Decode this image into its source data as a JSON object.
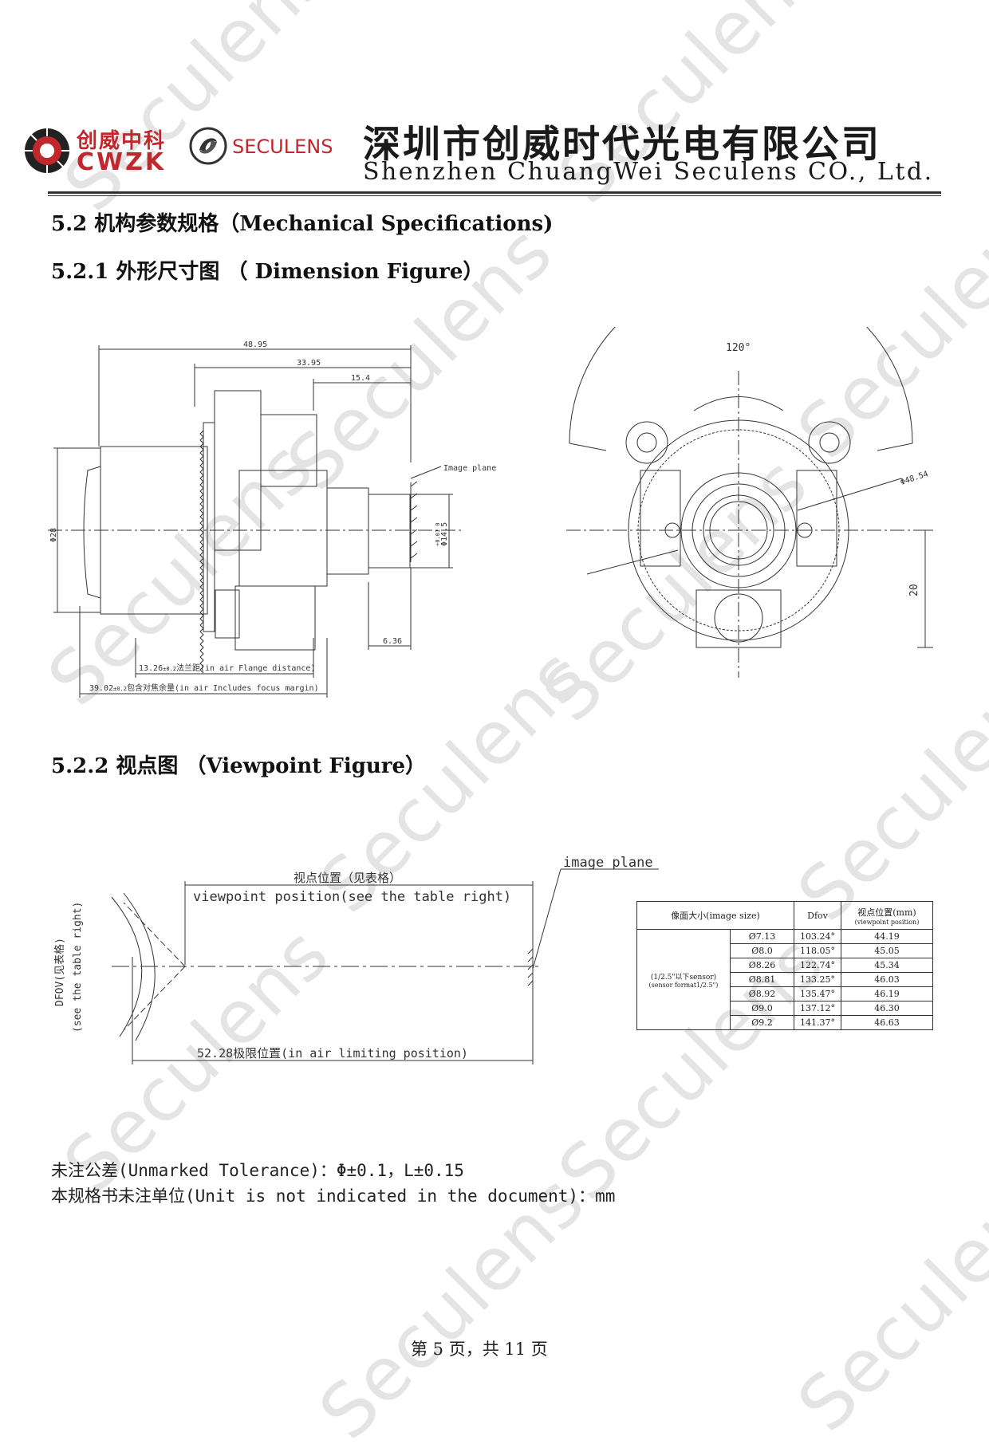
{
  "header": {
    "logo_cn": "创威中科",
    "logo_en": "CWZK",
    "brand": "SECULENS",
    "company_cn": "深圳市创威时代光电有限公司",
    "company_en": "Shenzhen ChuangWei Seculens CO., Ltd.",
    "watermark": "Seculens"
  },
  "sections": {
    "s52": "5.2 机构参数规格（Mechanical Specifications)",
    "s521": "5.2.1 外形尺寸图 （ Dimension Figure）",
    "s522": "5.2.2 视点图 （Viewpoint Figure）"
  },
  "dimension_figure": {
    "d1": "48.95",
    "d2": "33.95",
    "d3": "15.4",
    "image_plane": "Image plane",
    "dia28": "Φ28",
    "dia14": "Φ14.5",
    "tol14": "+0.01 0",
    "d636": "6.36",
    "flange_value": "13.26",
    "flange_tol": "±0.2",
    "flange_label": "法兰距(in air Flange distance)",
    "focus_value": "39.02",
    "focus_tol": "±0.2",
    "focus_label": "包含对焦余量(in air Includes focus margin)",
    "angle": "120°",
    "dia4854": "Φ48.54",
    "d20": "20"
  },
  "viewpoint_figure": {
    "vp_cn": "视点位置（见表格）",
    "vp_en": "viewpoint position(see the table right)",
    "image_plane": "image plane",
    "dfov_cn": "DFOV(见表格)",
    "dfov_en": "(see the table right)",
    "limit": "52.28极限位置(in air limiting position)"
  },
  "table": {
    "h1": "像面大小(image size)",
    "h2": "Dfov",
    "h3_cn": "视点位置(mm)",
    "h3_en": "(viewpoint position)",
    "group_cn": "(1/2.5\"以下sensor)",
    "group_en": "(sensor format1/2.5\")",
    "rows": [
      {
        "size": "Ø7.13",
        "dfov": "103.24°",
        "vp": "44.19"
      },
      {
        "size": "Ø8.0",
        "dfov": "118.05°",
        "vp": "45.05"
      },
      {
        "size": "Ø8.26",
        "dfov": "122.74°",
        "vp": "45.34"
      },
      {
        "size": "Ø8.81",
        "dfov": "133.25°",
        "vp": "46.03"
      },
      {
        "size": "Ø8.92",
        "dfov": "135.47°",
        "vp": "46.19"
      },
      {
        "size": "Ø9.0",
        "dfov": "137.12°",
        "vp": "46.30"
      },
      {
        "size": "Ø9.2",
        "dfov": "141.37°",
        "vp": "46.63"
      }
    ]
  },
  "notes": {
    "tolerance": "未注公差(Unmarked Tolerance)：Φ±0.1，L±0.15",
    "unit": "本规格书未注单位(Unit is not indicated in the document)：mm"
  },
  "footer": {
    "page": "第 5 页，共 11 页"
  }
}
